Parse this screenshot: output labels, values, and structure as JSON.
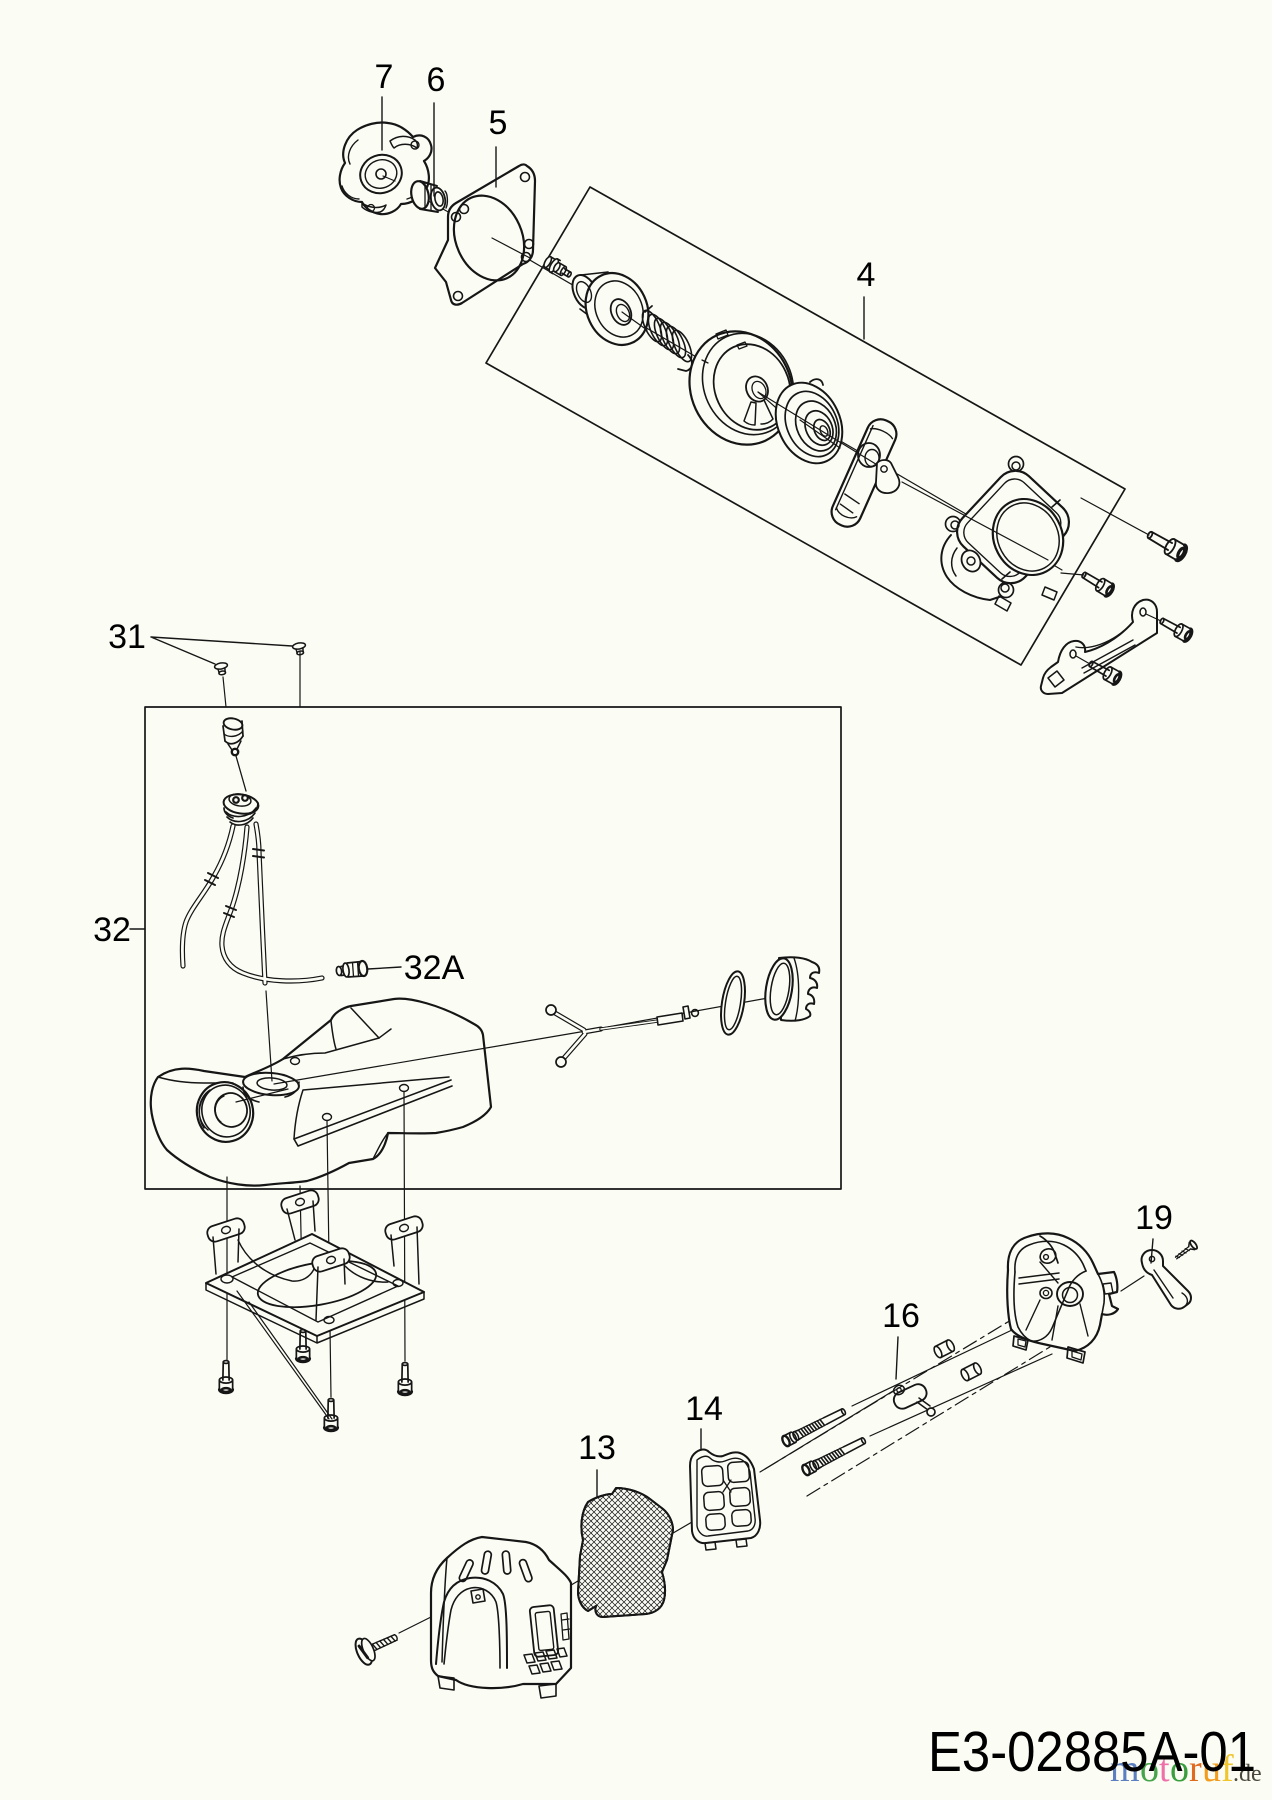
{
  "diagram": {
    "code": "E3-02885A-01",
    "background_color": "#fbfcf4",
    "line_color": "#161616",
    "labels": {
      "part7": "7",
      "part6": "6",
      "part5": "5",
      "part4": "4",
      "part31": "31",
      "part32": "32",
      "part32a": "32A",
      "part13": "13",
      "part14": "14",
      "part16": "16",
      "part19": "19"
    },
    "watermark": {
      "letters": [
        {
          "char": "m",
          "color": "#5b7fc0"
        },
        {
          "char": "o",
          "color": "#46a44a"
        },
        {
          "char": "t",
          "color": "#ef6fa9"
        },
        {
          "char": "o",
          "color": "#3a9e3e"
        },
        {
          "char": "r",
          "color": "#e06a1e"
        },
        {
          "char": "u",
          "color": "#f29d1e"
        },
        {
          "char": "f",
          "color": "#f0c52e"
        }
      ],
      "suffix": ".de",
      "suffix_color": "#4b473c"
    }
  }
}
